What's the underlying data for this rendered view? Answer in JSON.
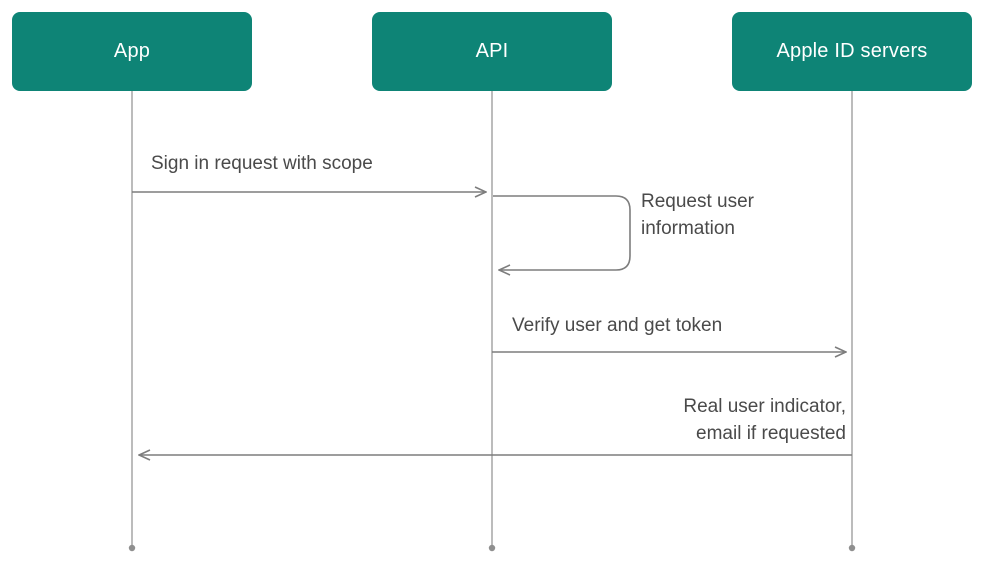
{
  "colors": {
    "teal": "#0e8476",
    "actor_text": "#ffffff",
    "line": "#7d7d7d",
    "lifeline": "#8f8f8f",
    "label_text": "#4a4a4a",
    "background": "#ffffff"
  },
  "diagram": {
    "type": "sequence-diagram",
    "actors": [
      {
        "label": "App"
      },
      {
        "label": "API"
      },
      {
        "label": "Apple ID servers"
      }
    ],
    "messages": [
      {
        "from": "App",
        "to": "API",
        "label": "Sign in request with scope"
      },
      {
        "from": "API",
        "to": "API",
        "label": "Request user information",
        "lines": [
          "Request user",
          "information"
        ]
      },
      {
        "from": "API",
        "to": "Apple ID servers",
        "label": "Verify user and get token"
      },
      {
        "from": "Apple ID servers",
        "to": "App",
        "label": "Real user indicator, email if requested",
        "lines": [
          "Real user indicator,",
          "email if requested"
        ]
      }
    ]
  }
}
